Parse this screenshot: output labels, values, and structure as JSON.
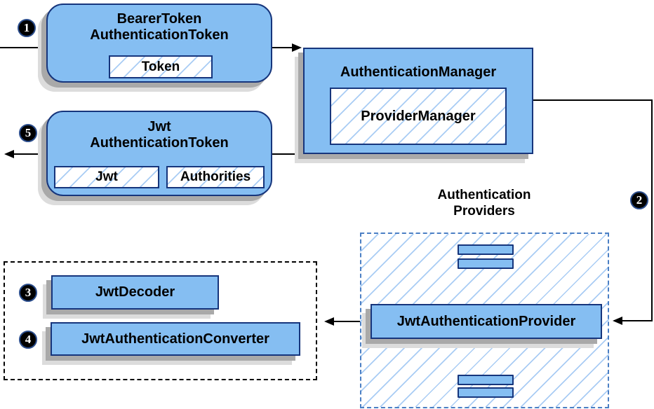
{
  "colors": {
    "box_fill": "#85BEF2",
    "box_border": "#16357C",
    "hatch": "#A9CCF4",
    "shadow_dark": "#A9A9A9",
    "shadow_light": "#DCDCDC",
    "dashed_blue": "#4B7FC4",
    "arrow": "#000000"
  },
  "nodes": {
    "bearer_token": {
      "line1": "BearerToken",
      "line2": "AuthenticationToken",
      "member": "Token"
    },
    "authentication_manager": {
      "title": "AuthenticationManager",
      "member": "ProviderManager"
    },
    "jwt_authentication_token": {
      "line1": "Jwt",
      "line2": "AuthenticationToken",
      "member1": "Jwt",
      "member2": "Authorities"
    },
    "authentication_providers": {
      "line1": "Authentication",
      "line2": "Providers"
    },
    "jwt_authentication_provider": {
      "title": "JwtAuthenticationProvider"
    },
    "jwt_decoder": {
      "title": "JwtDecoder"
    },
    "jwt_authentication_converter": {
      "title": "JwtAuthenticationConverter"
    }
  },
  "steps": {
    "step1": "1",
    "step2": "2",
    "step3": "3",
    "step4": "4",
    "step5": "5"
  }
}
